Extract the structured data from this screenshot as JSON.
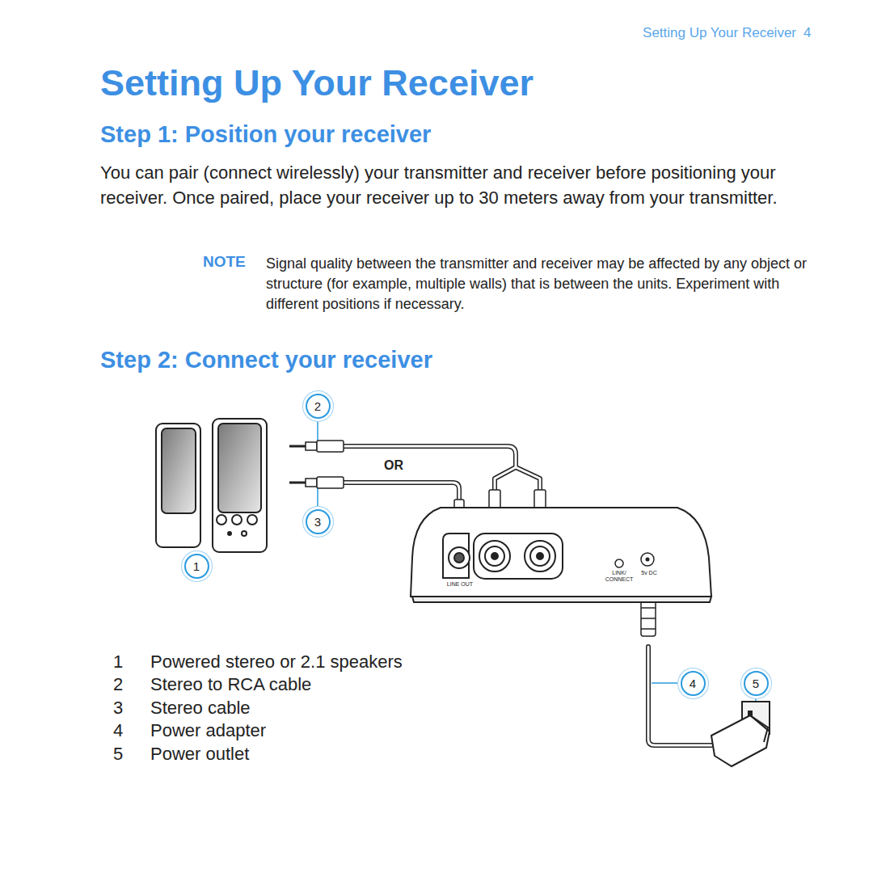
{
  "diagram": {
    "title": "Setting Up Your Receiver",
    "nodes": [
      {
        "text": [
          "2"
        ]
      },
      {
        "text": [
          "3"
        ]
      },
      {
        "text": [
          "1"
        ]
      },
      {
        "text": [
          "4"
        ]
      },
      {
        "text": [
          "5"
        ]
      }
    ],
    "labels": [
      "Setting Up Your Receiver",
      "4",
      "Step 1: Position your receiver",
      "You can pair (connect wirelessly) your transmitter and receiver before positioning your receiver. Once paired, place your receiver up to 30 meters away from your transmitter.",
      "NOTE",
      "Signal quality between the transmitter and receiver may be affected by any object or structure (for example, multiple walls) that is between the units. Experiment with different positions if necessary.",
      "Step 2: Connect your receiver",
      "OR",
      "LINE OUT",
      "LINK/ CONNECT",
      "5v DC",
      "1",
      "Powered stereo or 2.1 speakers",
      "2",
      "Stereo to RCA cable",
      "3",
      "Stereo cable",
      "4",
      "Power adapter",
      "5",
      "Power outlet"
    ]
  }
}
